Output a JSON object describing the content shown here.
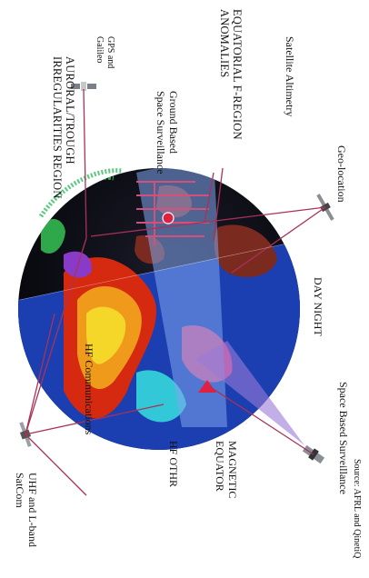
{
  "labels": {
    "auroral_line1": "AURORAL/TROUGH",
    "auroral_line2": "IRREGULARITIES REGION",
    "gps_line1": "GPS and",
    "gps_line2": "Galileo",
    "ground_line1": "Ground Based",
    "ground_line2": "Space Surveillance",
    "equatorial_line1": "EQUATORIAL F-REGION",
    "equatorial_line2": "ANOMALIES",
    "altimetry": "Satellite Altimetry",
    "geolocation": "Geo-location",
    "day_night": "DAY NIGHT",
    "space_based": "Space Based Surveillance",
    "magnetic_line1": "MAGNETIC",
    "magnetic_line2": "EQUATOR",
    "hf_oth": "HF OTHR",
    "hf_comm": "HF Communications",
    "uhf_line1": "UHF and L-band",
    "uhf_line2": "SatCom",
    "source": "Source: AFRL and QinetiQ"
  },
  "colors": {
    "link_line": "#a8325a",
    "globe_dark": "#0a0a12",
    "beam": "#7fa6ee"
  }
}
